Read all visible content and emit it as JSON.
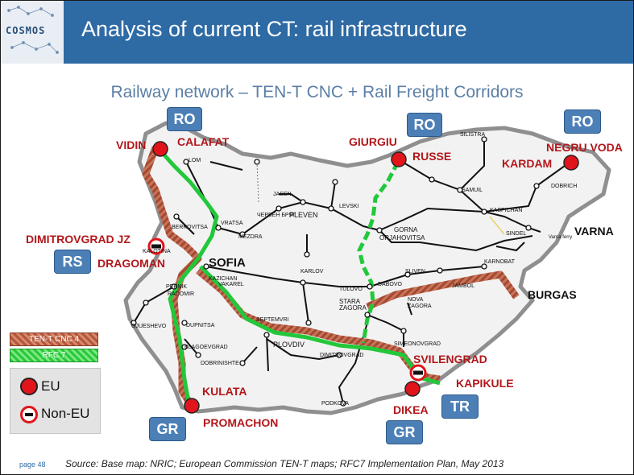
{
  "header": {
    "logo": "COSMOS",
    "title": "Analysis of current CT: rail infrastructure"
  },
  "subtitle": "Railway network – TEN-T CNC + Rail Freight Corridors",
  "badges": [
    "RO",
    "RO",
    "RO",
    "RS",
    "GR",
    "GR",
    "TR"
  ],
  "crossings": [
    "VIDIN",
    "CALAFAT",
    "GIURGIU",
    "RUSSE",
    "NEGRU VODA",
    "KARDAM",
    "DIMITROVGRAD JZ",
    "DRAGOMAN",
    "KULATA",
    "PROMACHON",
    "SVILENGRAD",
    "KAPIKULE",
    "DIKEA"
  ],
  "major_cities": [
    "SOFIA",
    "VARNA",
    "BURGAS"
  ],
  "towns": [
    "LOM",
    "JASEN",
    "ЧЕРВЕН БРЯГ",
    "PLEVEN",
    "LEVSKI",
    "SILISTRA",
    "SAMUIL",
    "DOBRICH",
    "KASPICHAN",
    "SINDEL",
    "Varna ferry",
    "BERKOVITSA",
    "VRATSA",
    "MEZDRA",
    "GORNA",
    "ORJAHOVITSA",
    "KALOTINA",
    "KARLOV",
    "SLIVEN",
    "KARNOBAT",
    "JAMBOL",
    "KAZICHAN",
    "VAKAREL",
    "PERNIK",
    "RADOMIR",
    "TULOVO",
    "DABOVO",
    "STARA",
    "ZAGORA",
    "NOVA",
    "ZAGORA",
    "GJUESHEVO",
    "DUPNITSA",
    "SEPTEMVRI",
    "PLOVDIV",
    "BLAGOEVGRAD",
    "DOBRINISHTE",
    "DIMITROVGRAD",
    "SIMEONOVGRAD",
    "PODKOVA"
  ],
  "legend": {
    "cnc": "TEN-T CNC 4",
    "rfc": "RFC 7",
    "eu": "EU",
    "non_eu": "Non-EU"
  },
  "footer": {
    "page": "page 48",
    "source": "Source: Base map: NRIC; European Commission TEN-T  maps; RFC7 Implementation Plan, May 2013"
  },
  "colors": {
    "header": "#2e6aa4",
    "cnc": "#b4573c",
    "rfc": "#29c93a",
    "eu_marker": "#e1141b",
    "label_red": "#b3171b",
    "badge": "#4b7fb6"
  }
}
